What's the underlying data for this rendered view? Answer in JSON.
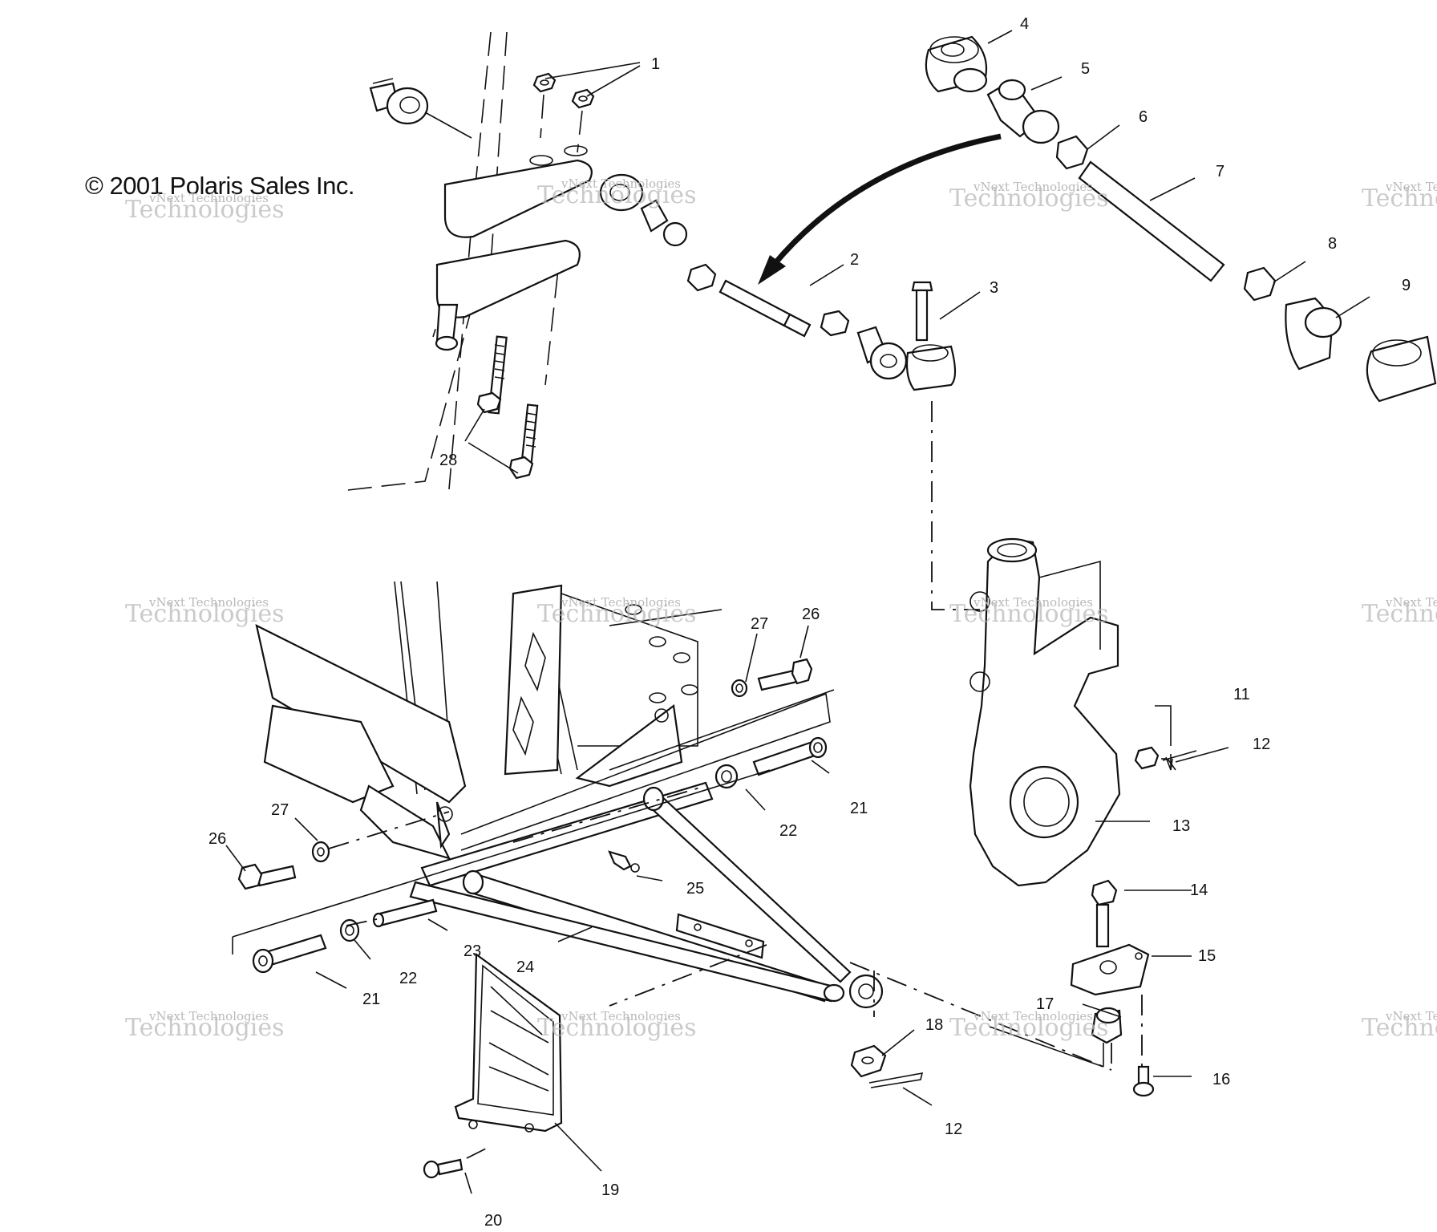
{
  "copyright": "© 2001 Polaris Sales Inc.",
  "watermark": {
    "line1": "vNext Technologies",
    "line2": "Technologies"
  },
  "callouts": [
    {
      "id": "1",
      "label": "1"
    },
    {
      "id": "2",
      "label": "2"
    },
    {
      "id": "3",
      "label": "3"
    },
    {
      "id": "4",
      "label": "4"
    },
    {
      "id": "5",
      "label": "5"
    },
    {
      "id": "6",
      "label": "6"
    },
    {
      "id": "7",
      "label": "7"
    },
    {
      "id": "8",
      "label": "8"
    },
    {
      "id": "9",
      "label": "9"
    },
    {
      "id": "11",
      "label": "11"
    },
    {
      "id": "12a",
      "label": "12"
    },
    {
      "id": "12b",
      "label": "12"
    },
    {
      "id": "13",
      "label": "13"
    },
    {
      "id": "14",
      "label": "14"
    },
    {
      "id": "15",
      "label": "15"
    },
    {
      "id": "16",
      "label": "16"
    },
    {
      "id": "17",
      "label": "17"
    },
    {
      "id": "18",
      "label": "18"
    },
    {
      "id": "19",
      "label": "19"
    },
    {
      "id": "20",
      "label": "20"
    },
    {
      "id": "21a",
      "label": "21"
    },
    {
      "id": "21b",
      "label": "21"
    },
    {
      "id": "22a",
      "label": "22"
    },
    {
      "id": "22b",
      "label": "22"
    },
    {
      "id": "23",
      "label": "23"
    },
    {
      "id": "24",
      "label": "24"
    },
    {
      "id": "25",
      "label": "25"
    },
    {
      "id": "26a",
      "label": "26"
    },
    {
      "id": "26b",
      "label": "26"
    },
    {
      "id": "27a",
      "label": "27"
    },
    {
      "id": "27b",
      "label": "27"
    },
    {
      "id": "28",
      "label": "28"
    }
  ]
}
